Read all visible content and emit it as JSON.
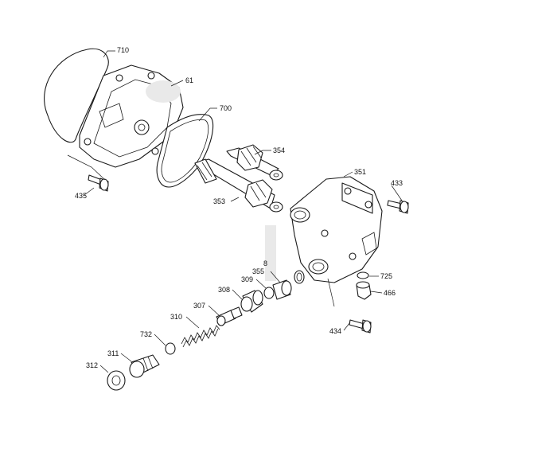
{
  "labels": {
    "p710": "710",
    "p61": "61",
    "p700": "700",
    "p354": "354",
    "p351": "351",
    "p433": "433",
    "p435": "435",
    "p353": "353",
    "p8": "8",
    "p355": "355",
    "p725": "725",
    "p309": "309",
    "p466": "466",
    "p308": "308",
    "p307": "307",
    "p310": "310",
    "p434": "434",
    "p732": "732",
    "p311": "311",
    "p312": "312"
  },
  "colors": {
    "line": "#1a1a1a",
    "background": "#ffffff",
    "blur": "#e9e9e9"
  }
}
